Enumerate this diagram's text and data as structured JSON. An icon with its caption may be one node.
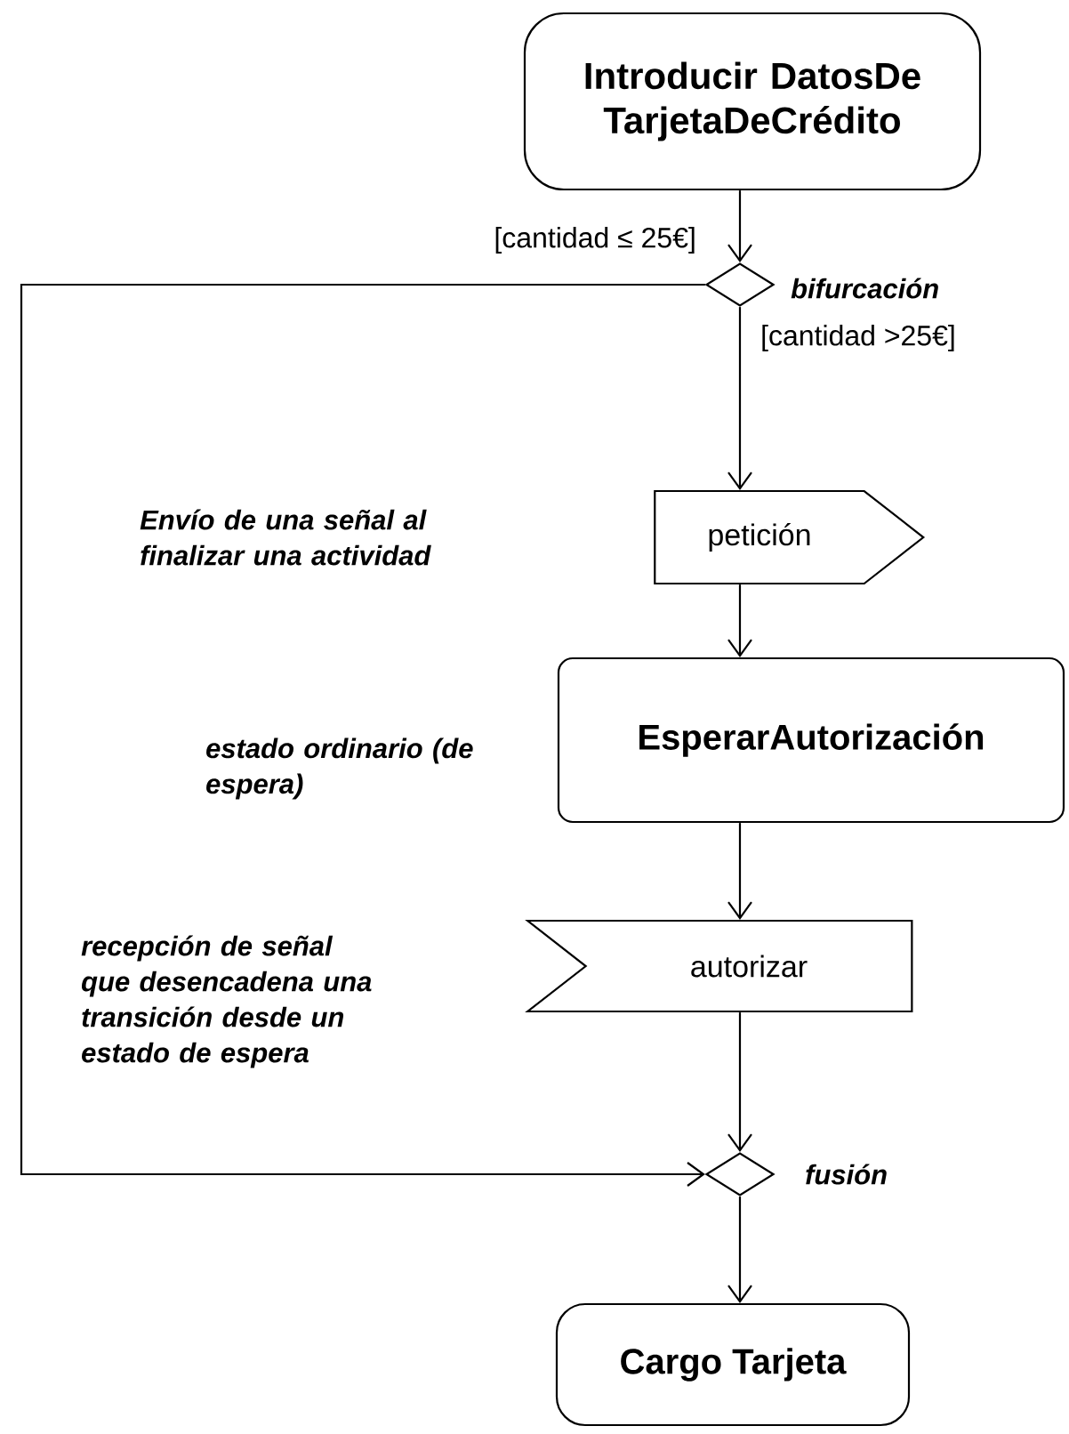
{
  "diagram": {
    "nodes": [
      {
        "text": [
          "Introducir DatosDe TarjetaDeCrédito"
        ]
      },
      {
        "text": [],
        "shape": "diamond",
        "beside": [
          "bifurcación"
        ]
      },
      {
        "text": [
          "petición"
        ]
      },
      {
        "text": [
          "EsperarAutorización"
        ]
      },
      {
        "text": [
          "autorizar"
        ]
      },
      {
        "text": [],
        "shape": "diamond",
        "beside": [
          "fusión"
        ]
      },
      {
        "text": [
          "Cargo Tarjeta"
        ]
      }
    ],
    "edges": [
      {
        "from": 0,
        "to": 1,
        "arrow": "to"
      },
      {
        "from": 1,
        "to": 5,
        "arrow": "to",
        "label": "[cantidad ≤ 25€]"
      },
      {
        "from": 1,
        "to": 2,
        "arrow": "to",
        "label": "[cantidad >25€]"
      },
      {
        "from": 2,
        "to": 3,
        "arrow": "to"
      },
      {
        "from": 3,
        "to": 4,
        "arrow": "to"
      },
      {
        "from": 4,
        "to": 5,
        "arrow": "to"
      },
      {
        "from": 5,
        "to": 6,
        "arrow": "to"
      }
    ],
    "labels": [
      "Envío de una señal al finalizar una actividad",
      "estado ordinario (de espera)",
      "recepción de señal que desencadena una transición desde un estado de espera"
    ]
  }
}
